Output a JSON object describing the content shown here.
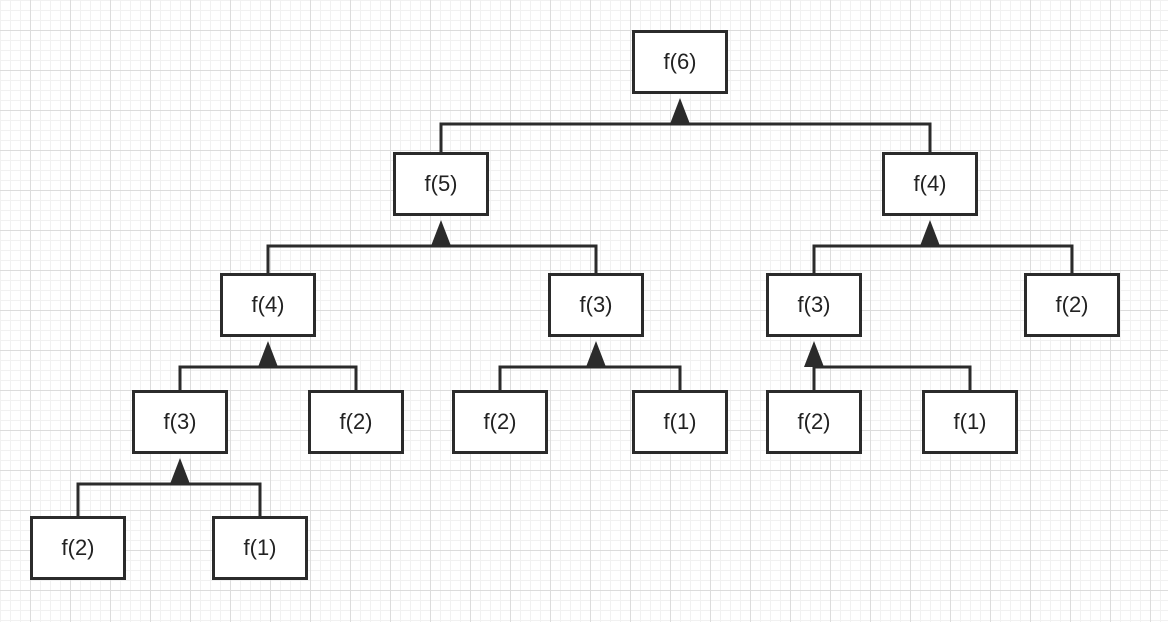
{
  "colors": {
    "line": "#2b2b2b",
    "node_border": "#2b2b2b",
    "text": "#222222",
    "grid": "#dcdcdc"
  },
  "nodes": {
    "n1": {
      "label": "f(6)"
    },
    "n2": {
      "label": "f(5)"
    },
    "n3": {
      "label": "f(4)"
    },
    "n4": {
      "label": "f(4)"
    },
    "n5": {
      "label": "f(3)"
    },
    "n6": {
      "label": "f(3)"
    },
    "n7": {
      "label": "f(2)"
    },
    "n8": {
      "label": "f(3)"
    },
    "n9": {
      "label": "f(2)"
    },
    "n10": {
      "label": "f(2)"
    },
    "n11": {
      "label": "f(1)"
    },
    "n12": {
      "label": "f(2)"
    },
    "n13": {
      "label": "f(1)"
    },
    "n14": {
      "label": "f(2)"
    },
    "n15": {
      "label": "f(1)"
    }
  },
  "edges": [
    {
      "parent": "n1",
      "children": [
        "n2",
        "n3"
      ]
    },
    {
      "parent": "n2",
      "children": [
        "n4",
        "n5"
      ]
    },
    {
      "parent": "n3",
      "children": [
        "n6",
        "n7"
      ]
    },
    {
      "parent": "n4",
      "children": [
        "n8",
        "n9"
      ]
    },
    {
      "parent": "n5",
      "children": [
        "n10",
        "n11"
      ]
    },
    {
      "parent": "n6",
      "children": [
        "n12",
        "n13"
      ]
    },
    {
      "parent": "n8",
      "children": [
        "n14",
        "n15"
      ]
    }
  ]
}
